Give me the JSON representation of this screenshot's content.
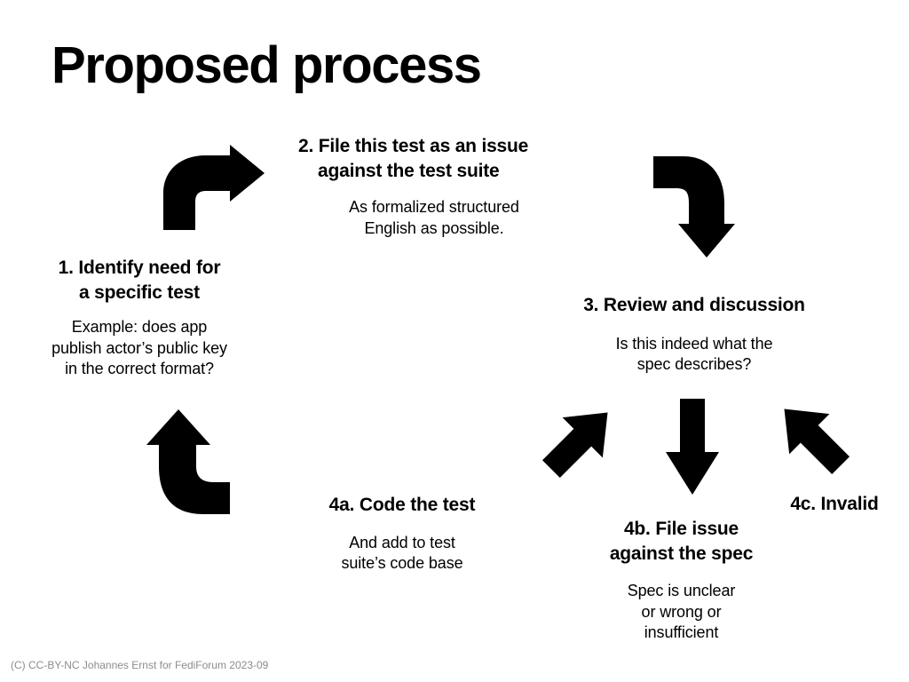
{
  "slide": {
    "title": "Proposed process",
    "background_color": "#ffffff",
    "text_color": "#000000",
    "footer": "(C) CC-BY-NC Johannes Ernst for FediForum 2023-09",
    "footer_color": "#8c8c8c"
  },
  "steps": [
    {
      "id": "1",
      "heading_line1": "1. Identify need for",
      "heading_line2": "a specific test",
      "body_line1": "Example: does app",
      "body_line2": "publish actor’s public key",
      "body_line3": "in the correct format?"
    },
    {
      "id": "2",
      "heading_line1": "2. File this test as an issue",
      "heading_line2": "against the test suite",
      "body_line1": "As formalized structured",
      "body_line2": "English as possible."
    },
    {
      "id": "3",
      "heading_line1": "3. Review and discussion",
      "body_line1": "Is this indeed what the",
      "body_line2": "spec describes?"
    },
    {
      "id": "4a",
      "heading_line1": "4a. Code the test",
      "body_line1": "And add to test",
      "body_line2": "suite’s code base"
    },
    {
      "id": "4b",
      "heading_line1": "4b. File issue",
      "heading_line2": "against the spec",
      "body_line1": "Spec is unclear",
      "body_line2": "or wrong or",
      "body_line3": "insufficient"
    },
    {
      "id": "4c",
      "heading_line1": "4c. Invalid"
    }
  ],
  "arrows": [
    {
      "name": "curved-arrow-right-up",
      "from": "1",
      "to": "2",
      "direction": "right",
      "style": "curved"
    },
    {
      "name": "curved-arrow-down-right",
      "from": "2",
      "to": "3",
      "direction": "down",
      "style": "curved"
    },
    {
      "name": "arrow-down-left",
      "from": "3",
      "to": "4a",
      "direction": "down-left",
      "style": "straight"
    },
    {
      "name": "arrow-down",
      "from": "3",
      "to": "4b",
      "direction": "down",
      "style": "straight"
    },
    {
      "name": "arrow-down-right",
      "from": "3",
      "to": "4c",
      "direction": "down-right",
      "style": "straight"
    },
    {
      "name": "curved-arrow-up-left",
      "from": "4a",
      "to": "1",
      "direction": "up",
      "style": "curved"
    }
  ]
}
